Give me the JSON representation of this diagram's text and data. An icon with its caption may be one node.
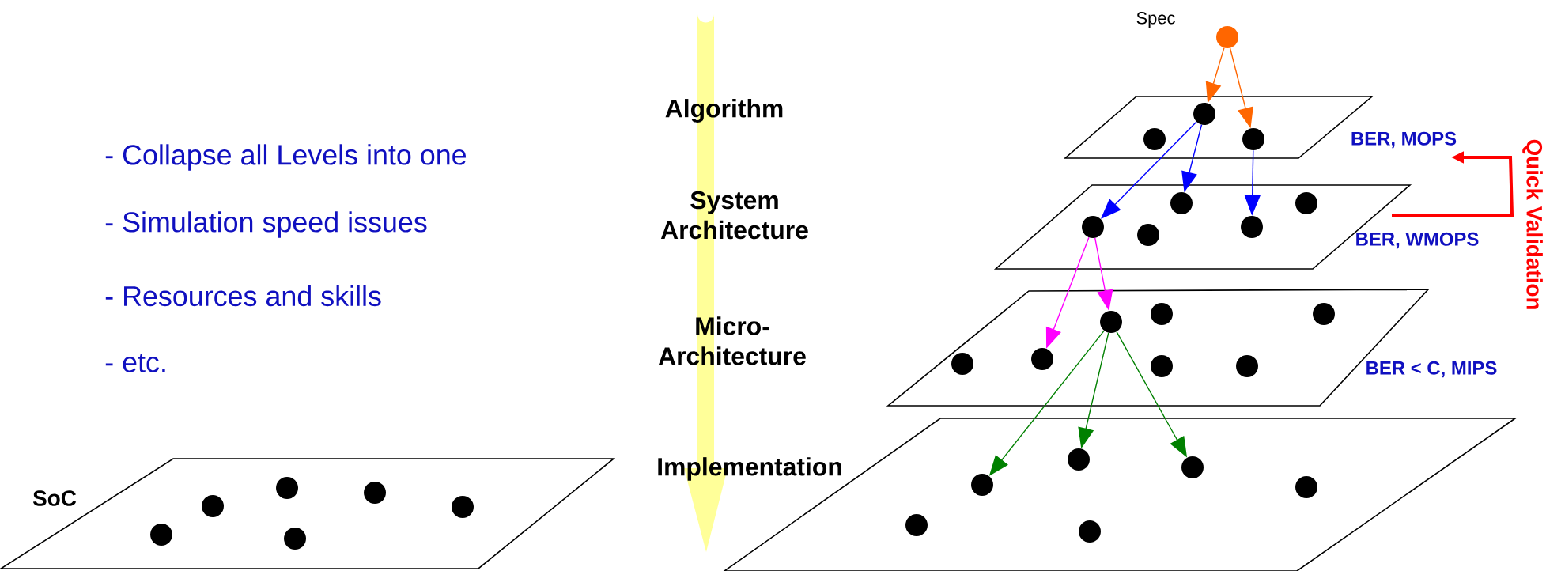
{
  "diagram": {
    "nodes": [
      {
        "text": [],
        "shape": "circle",
        "beside": [
          "Spec"
        ]
      },
      {
        "text": [],
        "shape": "circle"
      },
      {
        "text": [],
        "shape": "circle"
      },
      {
        "text": [],
        "shape": "circle"
      },
      {
        "text": [],
        "shape": "circle"
      },
      {
        "text": [],
        "shape": "circle"
      },
      {
        "text": [],
        "shape": "circle"
      },
      {
        "text": [],
        "shape": "circle"
      },
      {
        "text": [],
        "shape": "circle"
      },
      {
        "text": [],
        "shape": "circle"
      },
      {
        "text": [],
        "shape": "circle"
      },
      {
        "text": [],
        "shape": "circle"
      },
      {
        "text": [],
        "shape": "circle"
      },
      {
        "text": [],
        "shape": "circle"
      },
      {
        "text": [],
        "shape": "circle"
      },
      {
        "text": [],
        "shape": "circle"
      },
      {
        "text": [],
        "shape": "circle"
      },
      {
        "text": [],
        "shape": "circle"
      },
      {
        "text": [],
        "shape": "circle"
      },
      {
        "text": [],
        "shape": "circle"
      },
      {
        "text": [],
        "shape": "circle"
      },
      {
        "text": [],
        "shape": "circle"
      },
      {
        "text": [],
        "shape": "circle"
      },
      {
        "text": [],
        "shape": "circle"
      },
      {
        "text": [],
        "shape": "circle"
      },
      {
        "text": [],
        "shape": "circle"
      },
      {
        "text": [],
        "shape": "circle"
      },
      {
        "text": [],
        "shape": "circle"
      }
    ],
    "edges": [
      {
        "from": 0,
        "to": 1,
        "arrow": "to",
        "color": "#ff6600"
      },
      {
        "from": 0,
        "to": 3,
        "arrow": "to",
        "color": "#ff6600"
      },
      {
        "from": 1,
        "to": 6,
        "arrow": "to",
        "color": "#0000ff"
      },
      {
        "from": 1,
        "to": 4,
        "arrow": "to",
        "color": "#0000ff"
      },
      {
        "from": 3,
        "to": 7,
        "arrow": "to",
        "color": "#0000ff"
      },
      {
        "from": 6,
        "to": 12,
        "arrow": "to",
        "color": "#ff00ff"
      },
      {
        "from": 6,
        "to": 11,
        "arrow": "to",
        "color": "#ff00ff"
      },
      {
        "from": 11,
        "to": 18,
        "arrow": "to",
        "color": "#008000"
      },
      {
        "from": 11,
        "to": 16,
        "arrow": "to",
        "color": "#008000"
      },
      {
        "from": 11,
        "to": 17,
        "arrow": "to",
        "color": "#008000"
      }
    ],
    "labels": [
      "- Collapse all Levels into one",
      "- Simulation speed issues",
      "- Resources and skills",
      "- etc.",
      "Algorithm",
      "System Architecture",
      "Micro-Architecture",
      "Implementation",
      "BER, MOPS",
      "BER, WMOPS",
      "BER < C, MIPS",
      "Quick Validation",
      "SoC"
    ]
  }
}
